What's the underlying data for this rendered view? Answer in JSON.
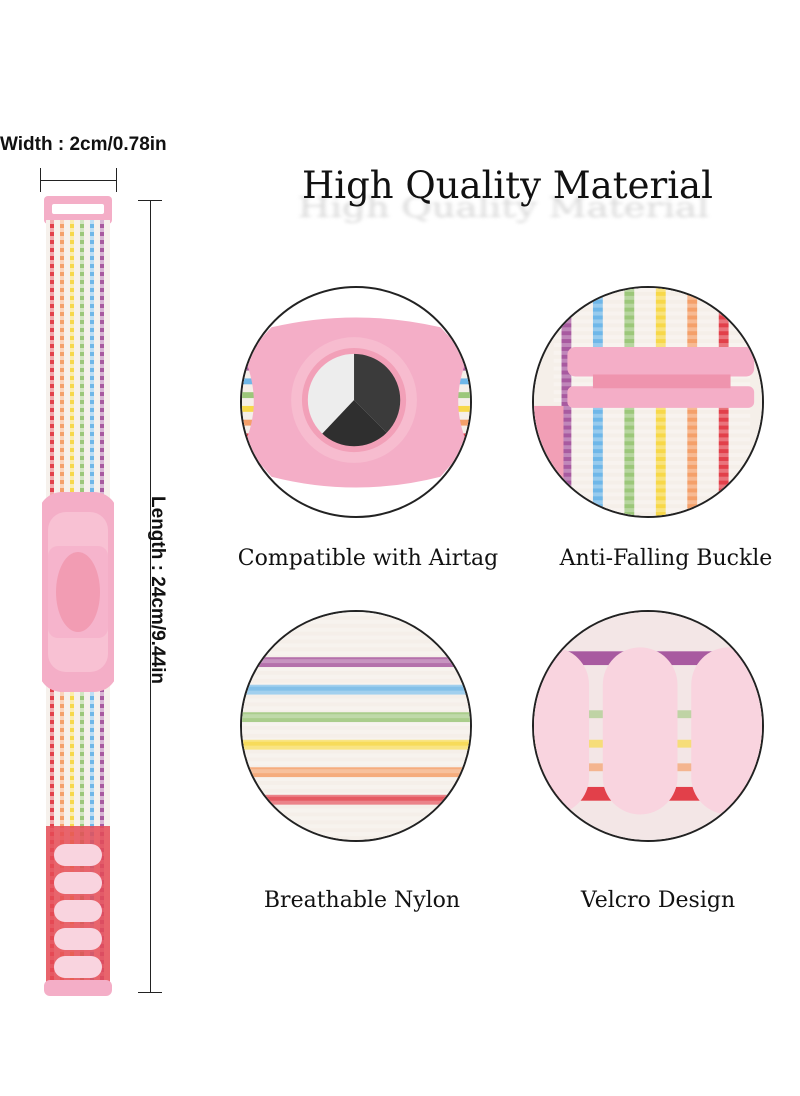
{
  "dimensions": {
    "width_label": "Width : 2cm/0.78in",
    "length_label": "Length : 24cm/9.44in"
  },
  "heading": "High Quality Material",
  "features": [
    {
      "caption": "Compatible with Airtag",
      "icon": "airtag-case-closeup"
    },
    {
      "caption": "Anti-Falling Buckle",
      "icon": "buckle-closeup"
    },
    {
      "caption": "Breathable Nylon",
      "icon": "nylon-weave-closeup"
    },
    {
      "caption": "Velcro Design",
      "icon": "velcro-hooks-closeup"
    }
  ],
  "colors": {
    "case_pink": "#f4aec7",
    "stripe_red": "#e2404a",
    "stripe_orange": "#f4a06a",
    "stripe_yellow": "#f7d84a",
    "stripe_green": "#9cc77a",
    "stripe_blue": "#6fb7e8",
    "stripe_purple": "#a85aa0"
  }
}
